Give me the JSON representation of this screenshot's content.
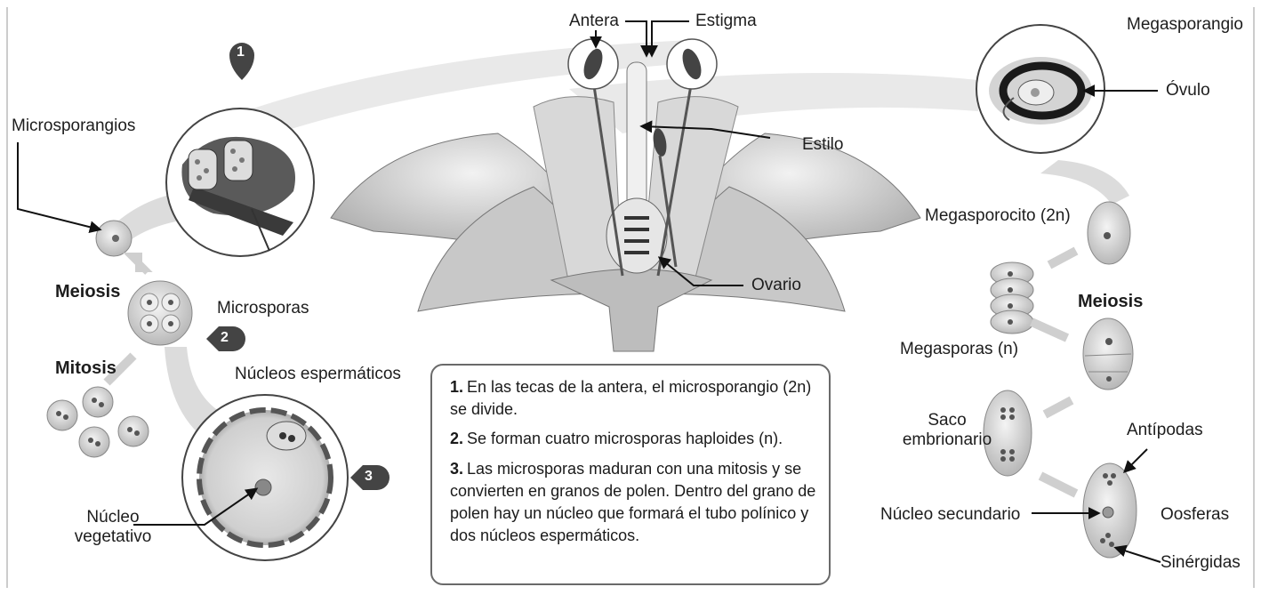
{
  "labels": {
    "antera": "Antera",
    "estigma": "Estigma",
    "megasporangio": "Megasporangio",
    "ovulo": "Óvulo",
    "microsporangios": "Microsporangios",
    "estilo": "Estilo",
    "megasporocito": "Megasporocito (2n)",
    "ovario": "Ovario",
    "meiosis_left": "Meiosis",
    "microsporas": "Microsporas",
    "meiosis_right": "Meiosis",
    "mitosis": "Mitosis",
    "megasporas": "Megasporas (n)",
    "nucleos_espermaticos": "Núcleos espermáticos",
    "saco_embrionario": "Saco embrionario",
    "antipodas": "Antípodas",
    "nucleo_vegetativo": "Núcleo vegetativo",
    "nucleo_secundario": "Núcleo secundario",
    "oosferas": "Oosferas",
    "sinergidas": "Sinérgidas"
  },
  "steps": {
    "one": "1",
    "two": "2",
    "three": "3"
  },
  "info": [
    {
      "num": "1.",
      "text": "En las tecas de la antera, el microsporangio (2n) se divide."
    },
    {
      "num": "2.",
      "text": "Se forman cuatro microsporas haploides (n)."
    },
    {
      "num": "3.",
      "text": "Las microsporas maduran con una mitosis y se convierten en granos de polen. Dentro del grano de polen hay un núcleo que formará el tubo polínico y dos núcleos espermáticos."
    }
  ]
}
